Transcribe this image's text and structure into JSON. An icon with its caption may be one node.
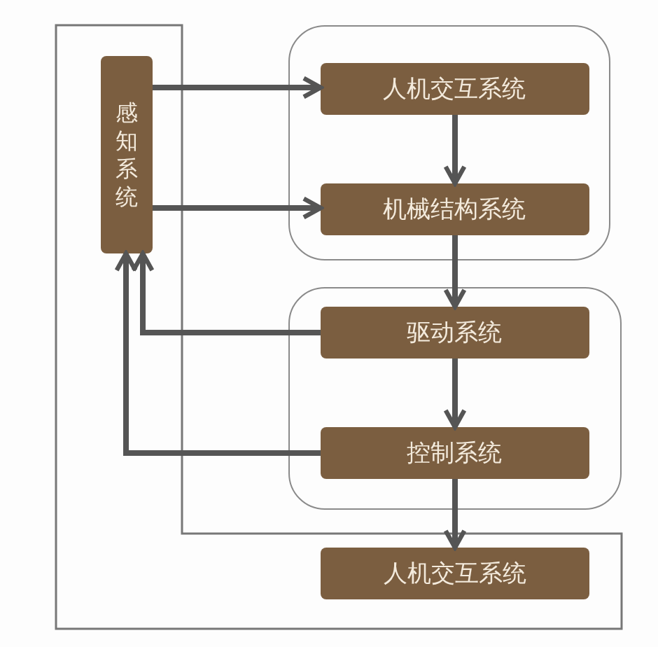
{
  "diagram": {
    "nodes": [
      {
        "text": [
          "感知系统"
        ]
      },
      {
        "text": [],
        "shape": "box"
      },
      {
        "text": [
          "人机交互系统"
        ],
        "in": 1
      },
      {
        "text": [
          "机械结构系统"
        ],
        "in": 1
      },
      {
        "text": [],
        "shape": "box"
      },
      {
        "text": [
          "驱动系统"
        ],
        "in": 4
      },
      {
        "text": [
          "控制系统"
        ],
        "in": 4
      },
      {
        "text": [
          "人机交互系统"
        ]
      }
    ],
    "edges": [
      {
        "from": 0,
        "to": 2,
        "arrow": "to"
      },
      {
        "from": 0,
        "to": 3,
        "arrow": "to"
      },
      {
        "from": 2,
        "to": 3,
        "arrow": "to"
      },
      {
        "from": 3,
        "to": 5,
        "arrow": "to"
      },
      {
        "from": 5,
        "to": 6,
        "arrow": "to"
      },
      {
        "from": 6,
        "to": 7,
        "arrow": "to"
      },
      {
        "from": 5,
        "to": 0,
        "arrow": "to"
      },
      {
        "from": 6,
        "to": 0,
        "arrow": "to"
      }
    ]
  }
}
